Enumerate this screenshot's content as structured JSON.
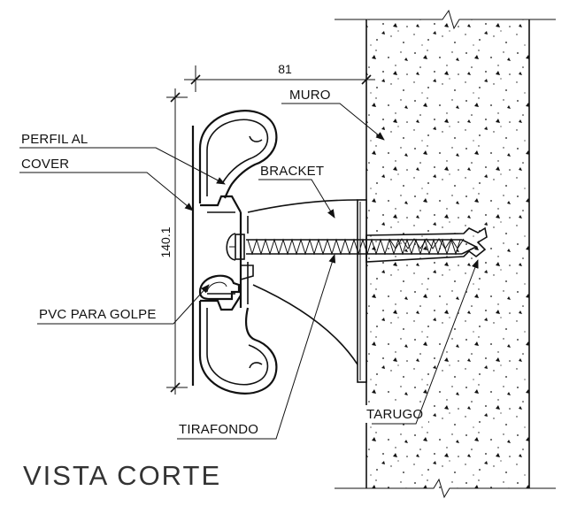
{
  "labels": {
    "dimension_top": "81",
    "dimension_side": "140.1",
    "muro": "MURO",
    "perfil_al": "PERFIL AL",
    "cover": "COVER",
    "bracket": "BRACKET",
    "pvc": "PVC PARA GOLPE",
    "tirafondo": "TIRAFONDO",
    "tarugo": "TARUGO",
    "title": "VISTA CORTE"
  }
}
